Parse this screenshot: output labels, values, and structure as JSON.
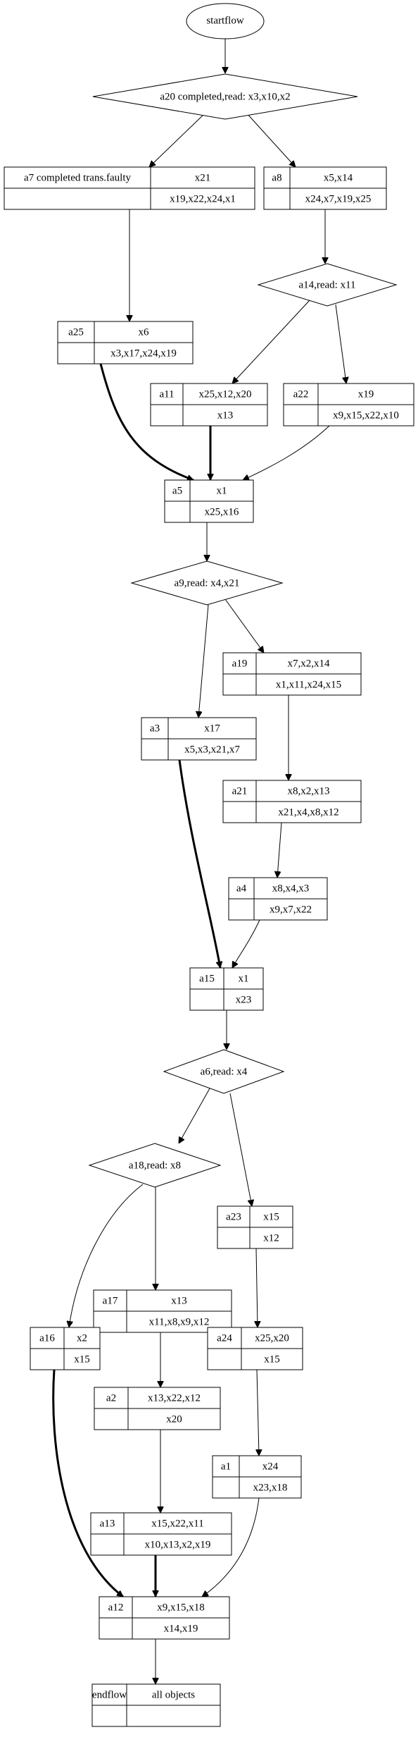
{
  "diagram": {
    "start": {
      "label": "startflow"
    },
    "decisions": [
      {
        "id": "a20",
        "label": "a20 completed,read: x3,x10,x2"
      },
      {
        "id": "a14",
        "label": "a14,read: x11"
      },
      {
        "id": "a9",
        "label": "a9,read: x4,x21"
      },
      {
        "id": "a6",
        "label": "a6,read: x4"
      },
      {
        "id": "a18",
        "label": "a18,read: x8"
      }
    ],
    "activities": [
      {
        "id": "a7",
        "name": "a7  completed trans.faulty",
        "top": "x21",
        "bottom": "x19,x22,x24,x1"
      },
      {
        "id": "a8",
        "name": "a8",
        "top": "x5,x14",
        "bottom": "x24,x7,x19,x25"
      },
      {
        "id": "a25",
        "name": "a25",
        "top": "x6",
        "bottom": "x3,x17,x24,x19"
      },
      {
        "id": "a11",
        "name": "a11",
        "top": "x25,x12,x20",
        "bottom": "x13"
      },
      {
        "id": "a22",
        "name": "a22",
        "top": "x19",
        "bottom": "x9,x15,x22,x10"
      },
      {
        "id": "a5",
        "name": "a5",
        "top": "x1",
        "bottom": "x25,x16"
      },
      {
        "id": "a19",
        "name": "a19",
        "top": "x7,x2,x14",
        "bottom": "x1,x11,x24,x15"
      },
      {
        "id": "a3",
        "name": "a3",
        "top": "x17",
        "bottom": "x5,x3,x21,x7"
      },
      {
        "id": "a21",
        "name": "a21",
        "top": "x8,x2,x13",
        "bottom": "x21,x4,x8,x12"
      },
      {
        "id": "a4",
        "name": "a4",
        "top": "x8,x4,x3",
        "bottom": "x9,x7,x22"
      },
      {
        "id": "a15",
        "name": "a15",
        "top": "x1",
        "bottom": "x23"
      },
      {
        "id": "a23",
        "name": "a23",
        "top": "x15",
        "bottom": "x12"
      },
      {
        "id": "a17",
        "name": "a17",
        "top": "x13",
        "bottom": "x11,x8,x9,x12"
      },
      {
        "id": "a16",
        "name": "a16",
        "top": "x2",
        "bottom": "x15"
      },
      {
        "id": "a24",
        "name": "a24",
        "top": "x25,x20",
        "bottom": "x15"
      },
      {
        "id": "a2",
        "name": "a2",
        "top": "x13,x22,x12",
        "bottom": "x20"
      },
      {
        "id": "a1",
        "name": "a1",
        "top": "x24",
        "bottom": "x23,x18"
      },
      {
        "id": "a13",
        "name": "a13",
        "top": "x15,x22,x11",
        "bottom": "x10,x13,x2,x19"
      },
      {
        "id": "a12",
        "name": "a12",
        "top": "x9,x15,x18",
        "bottom": "x14,x19"
      }
    ],
    "end": {
      "name": "endflow",
      "top": "all objects",
      "bottom": ""
    }
  }
}
